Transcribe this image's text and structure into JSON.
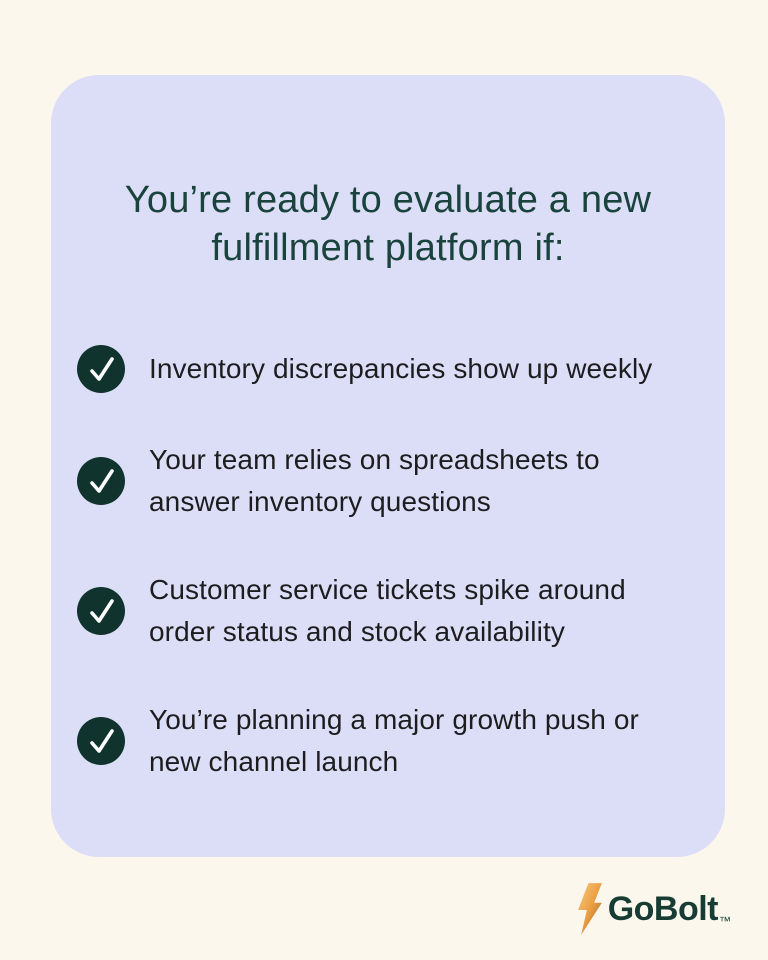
{
  "colors": {
    "page_bg": "#fcf7ed",
    "card_bg": "#dcdef7",
    "title_color": "#1a433d",
    "body_color": "#1d1d1f",
    "check_bg": "#11332e",
    "check_color": "#ffffff",
    "logo_color": "#163c33"
  },
  "title": {
    "lines": [
      "You’re ready to evaluate a new",
      "fulfillment platform if:"
    ]
  },
  "checklist": {
    "icon": "checkmark-icon",
    "items": [
      {
        "lines": [
          "Inventory discrepancies show up weekly"
        ]
      },
      {
        "lines": [
          "Your team relies on spreadsheets to",
          "answer inventory questions"
        ]
      },
      {
        "lines": [
          "Customer service tickets spike around",
          "order status and stock availability"
        ]
      },
      {
        "lines": [
          "You’re planning a major growth push or",
          "new channel launch"
        ]
      }
    ]
  },
  "logo": {
    "icon": "lightning-bolt-icon",
    "text": "GoBolt",
    "trademark": "™",
    "bolt_colors": [
      "#f6ca80",
      "#ec9f44",
      "#9c6526"
    ]
  }
}
